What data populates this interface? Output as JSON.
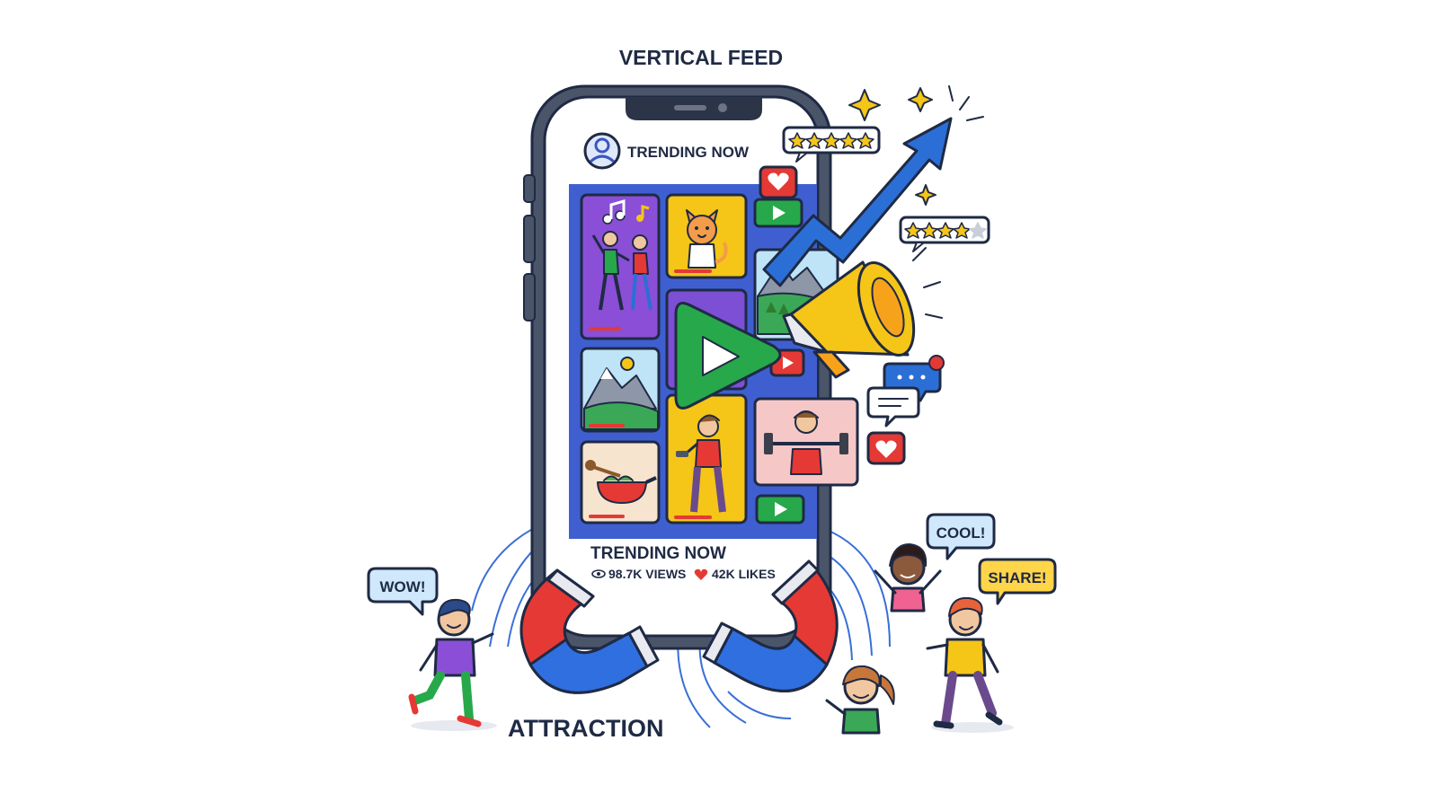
{
  "header": {
    "title": "VERTICAL FEED"
  },
  "feed": {
    "top_label": "TRENDING NOW",
    "bottom_title": "TRENDING NOW",
    "views": "98.7K VIEWS",
    "likes": "42K LIKES"
  },
  "footer": {
    "label": "ATTRACTION"
  },
  "bubbles": {
    "wow": "WOW!",
    "cool": "COOL!",
    "share": "SHARE!"
  },
  "ratings": {
    "top_stars": 5,
    "side_stars_filled": 4,
    "side_stars_total": 5
  },
  "colors": {
    "ink": "#1f2a44",
    "feed_blue": "#3f5fd1",
    "play_green": "#27a84a",
    "arrow_blue": "#2b6fd6",
    "megaphone_yellow": "#f5c518",
    "magnet_red": "#e53935",
    "magnet_blue": "#2f6fe0",
    "heart_red": "#e53935",
    "bubble_blue": "#cfe8fb",
    "bubble_yellow": "#ffd54a"
  },
  "icons": [
    "user-avatar-icon",
    "music-note-icon",
    "heart-icon",
    "play-icon",
    "eye-icon",
    "star-icon",
    "megaphone-icon",
    "magnet-icon",
    "chat-bubble-icon",
    "trend-arrow-icon"
  ]
}
